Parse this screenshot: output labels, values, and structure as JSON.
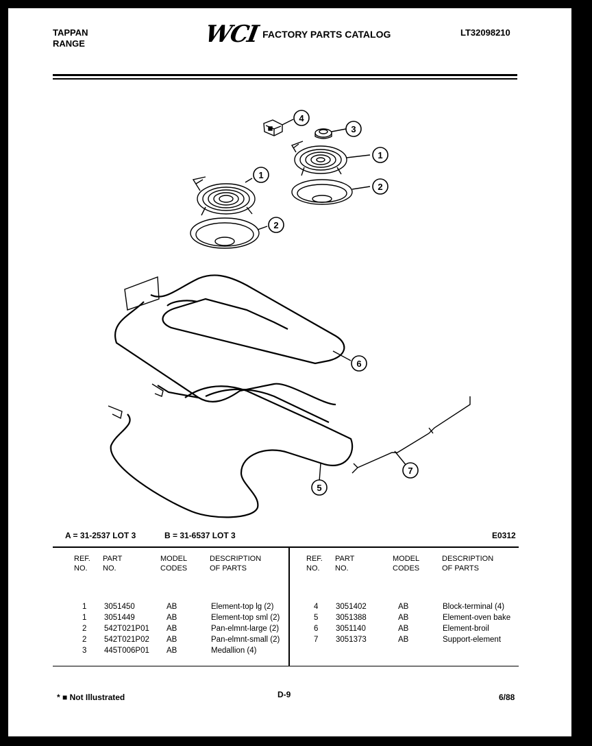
{
  "header": {
    "brand": "TAPPAN",
    "product": "RANGE",
    "logo": "WCI",
    "title": "FACTORY PARTS CATALOG",
    "model": "LT32098210"
  },
  "callouts": [
    "4",
    "3",
    "1",
    "2",
    "1",
    "2",
    "6",
    "7",
    "5"
  ],
  "legend": {
    "lot_a": "A = 31-2537 LOT 3",
    "lot_b": "B = 31-6537 LOT 3",
    "code": "E0312"
  },
  "table": {
    "headers": {
      "ref": [
        "REF.",
        "NO."
      ],
      "part": [
        "PART",
        "NO."
      ],
      "model": [
        "MODEL",
        "CODES"
      ],
      "desc": [
        "DESCRIPTION",
        "OF PARTS"
      ]
    },
    "left_rows": [
      {
        "ref": "1",
        "part": "3051450",
        "codes": "AB",
        "desc": "Element-top lg (2)"
      },
      {
        "ref": "1",
        "part": "3051449",
        "codes": "AB",
        "desc": "Element-top sml (2)"
      },
      {
        "ref": "2",
        "part": "542T021P01",
        "codes": "AB",
        "desc": "Pan-elmnt-large (2)"
      },
      {
        "ref": "2",
        "part": "542T021P02",
        "codes": "AB",
        "desc": "Pan-elmnt-small (2)"
      },
      {
        "ref": "3",
        "part": "445T006P01",
        "codes": "AB",
        "desc": "Medallion (4)"
      }
    ],
    "right_rows": [
      {
        "ref": "4",
        "part": "3051402",
        "codes": "AB",
        "desc": "Block-terminal (4)"
      },
      {
        "ref": "5",
        "part": "3051388",
        "codes": "AB",
        "desc": "Element-oven bake"
      },
      {
        "ref": "6",
        "part": "3051140",
        "codes": "AB",
        "desc": "Element-broil"
      },
      {
        "ref": "7",
        "part": "3051373",
        "codes": "AB",
        "desc": "Support-element"
      }
    ]
  },
  "footer": {
    "note": "* ■ Not Illustrated",
    "page": "D-9",
    "date": "6/88"
  }
}
